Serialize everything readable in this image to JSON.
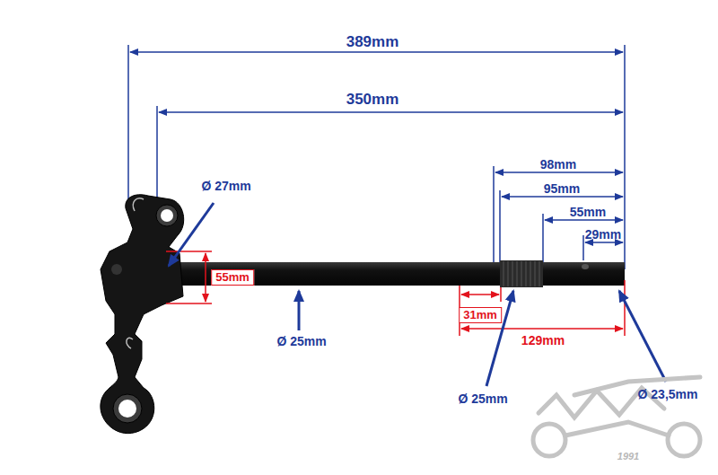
{
  "diagram": {
    "labels": [
      "389mm",
      "350mm",
      "Ø 27mm",
      "98mm",
      "95mm",
      "55mm",
      "29mm",
      "55mm",
      "Ø 25mm",
      "31mm",
      "129mm",
      "Ø 25mm",
      "Ø 23,5mm",
      "1991"
    ]
  }
}
